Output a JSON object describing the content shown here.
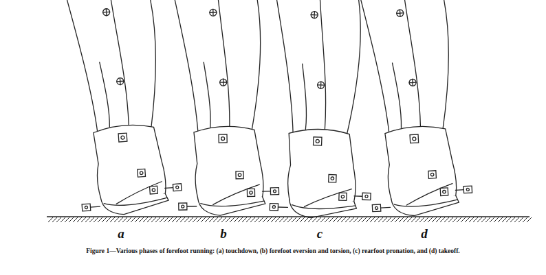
{
  "diagram": {
    "caption": "Figure 1—Various phases of forefoot running: (a) touchdown, (b) forefoot eversion and torsion, (c) rearfoot pronation, and (d) takeoff.",
    "labels": [
      "a",
      "b",
      "c",
      "d"
    ]
  }
}
